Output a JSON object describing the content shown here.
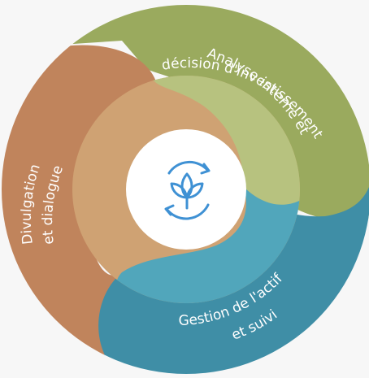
{
  "diagram": {
    "segments": [
      {
        "id": "analyse",
        "lines": [
          "Analyse interne et",
          "décision d'investissement"
        ],
        "color": "#9aaa5e",
        "inner_color": "#b7c27f"
      },
      {
        "id": "gestion",
        "lines": [
          "Gestion de l'actif",
          "et suivi"
        ],
        "color": "#3f8ea6",
        "inner_color": "#51a6bb"
      },
      {
        "id": "divulgation",
        "lines": [
          "Divulgation",
          "et dialogue"
        ],
        "color": "#c0845c",
        "inner_color": "#cfa273"
      }
    ],
    "center": {
      "icon": "sustainable-cycle-icon",
      "icon_color": "#3f91d4",
      "background": "#ffffff"
    }
  }
}
